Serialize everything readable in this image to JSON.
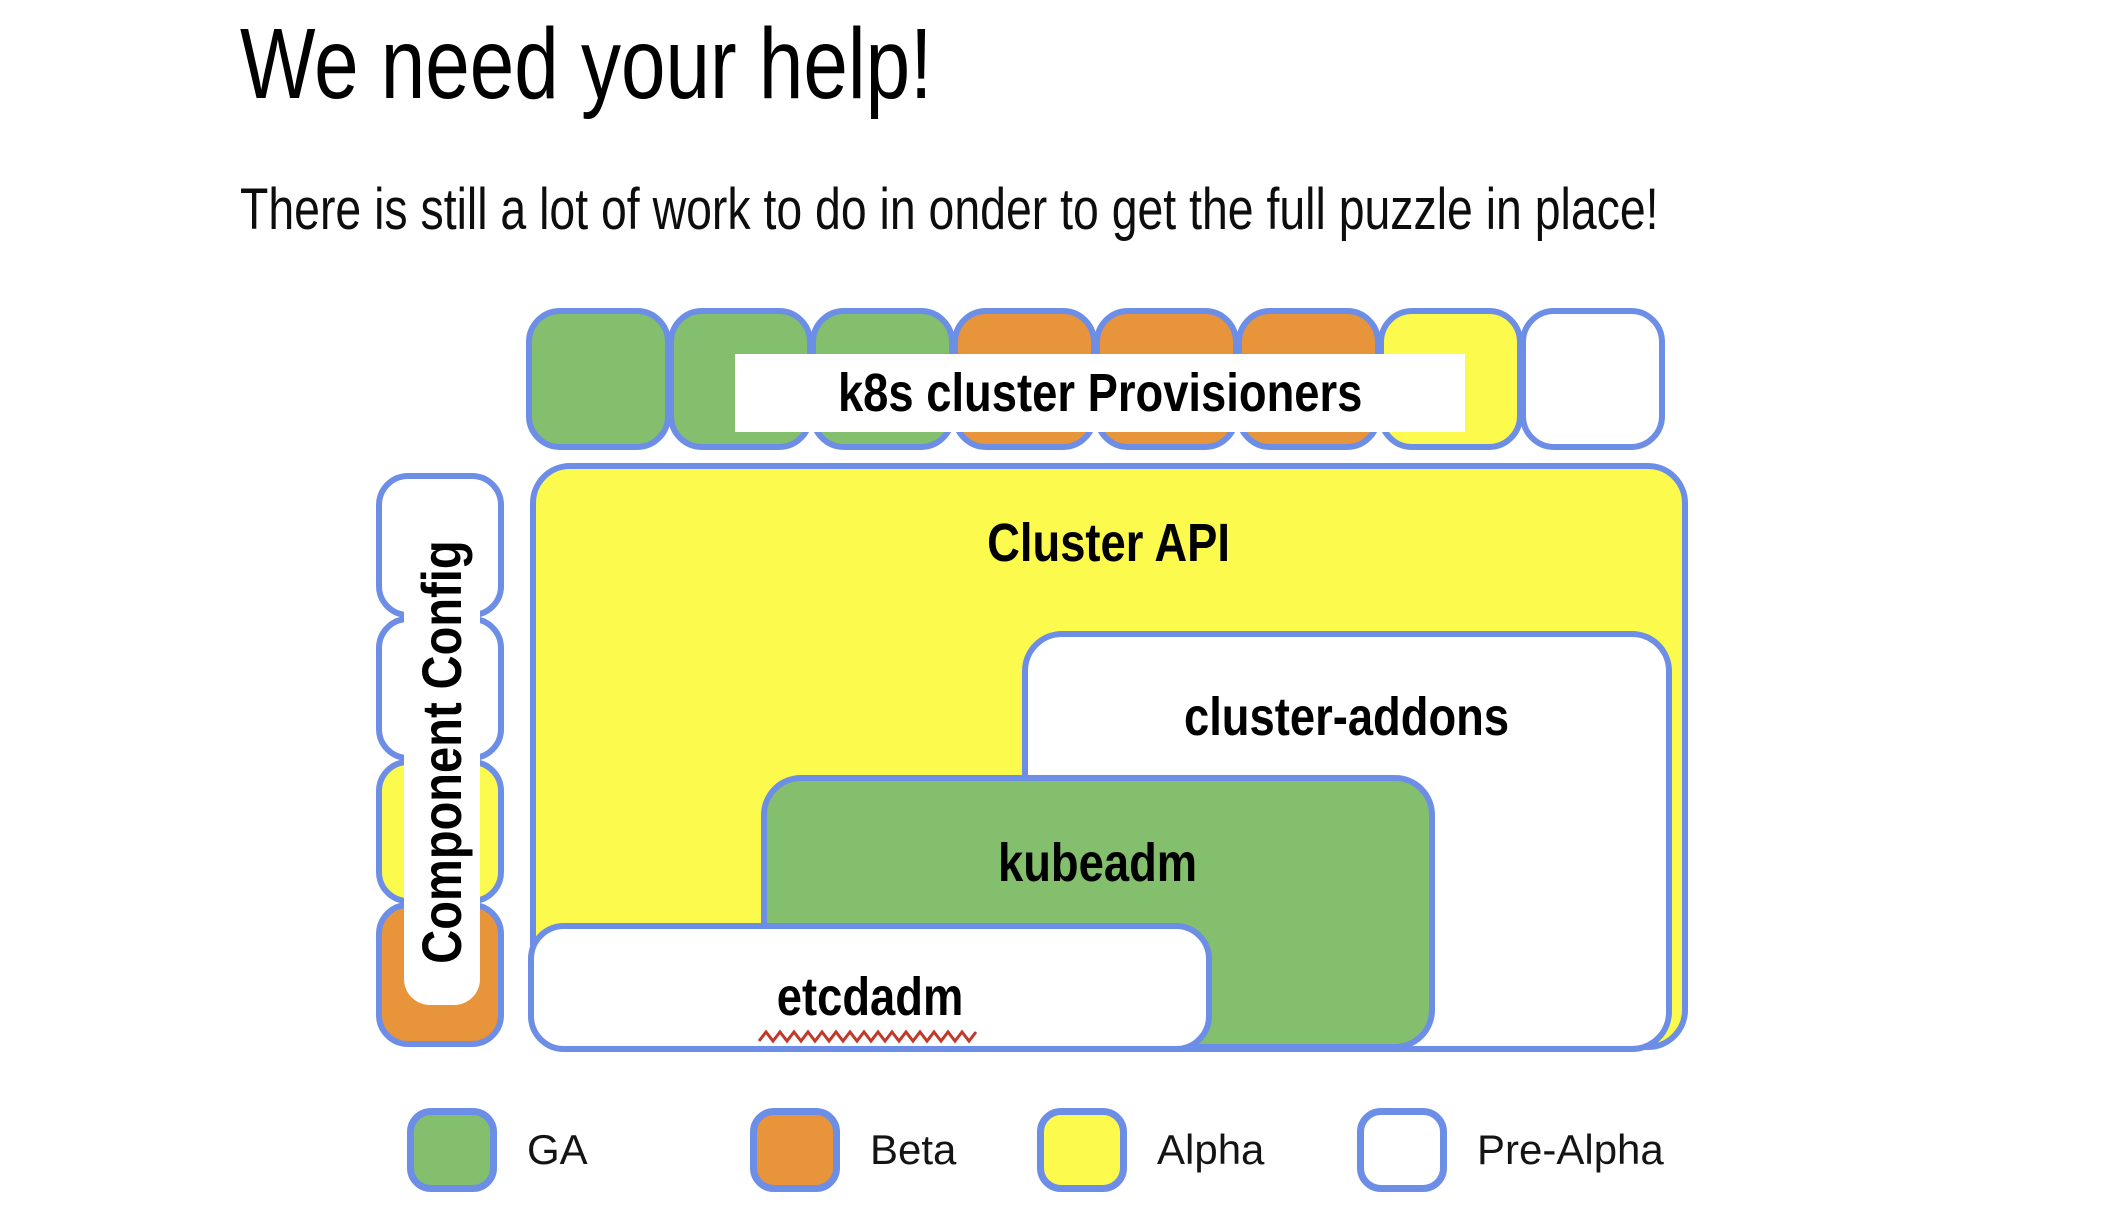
{
  "slide": {
    "title": "We need your help!",
    "subtitle": "There is still a lot of work to do in onder to get the full puzzle in place!"
  },
  "diagram": {
    "provisioners": {
      "label": "k8s cluster Provisioners",
      "squares": [
        "ga",
        "ga",
        "ga",
        "beta",
        "beta",
        "beta",
        "alpha",
        "pre-alpha"
      ]
    },
    "component_config": {
      "label": "Component Config",
      "squares": [
        "pre-alpha",
        "pre-alpha",
        "alpha",
        "beta"
      ]
    },
    "boxes": [
      {
        "id": "cluster-api",
        "label": "Cluster API",
        "status": "alpha"
      },
      {
        "id": "cluster-addons",
        "label": "cluster-addons",
        "status": "pre-alpha"
      },
      {
        "id": "kubeadm",
        "label": "kubeadm",
        "status": "ga"
      },
      {
        "id": "etcdadm",
        "label": "etcdadm",
        "status": "pre-alpha",
        "spellcheck_underline": true
      }
    ]
  },
  "legend": [
    {
      "label": "GA",
      "status": "ga"
    },
    {
      "label": "Beta",
      "status": "beta"
    },
    {
      "label": "Alpha",
      "status": "alpha"
    },
    {
      "label": "Pre-Alpha",
      "status": "pre-alpha"
    }
  ],
  "colors": {
    "ga": "#84BF6D",
    "beta": "#E7943B",
    "alpha": "#FCFA4D",
    "pre_alpha": "#FFFFFF",
    "border": "#6D8EE6",
    "squiggle": "#C0392B",
    "text": "#000000"
  }
}
